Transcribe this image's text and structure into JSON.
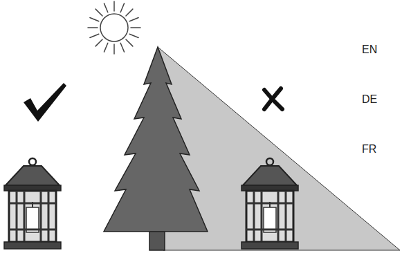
{
  "diagram": {
    "labels": [
      "EN",
      "DE",
      "FR"
    ]
  }
}
